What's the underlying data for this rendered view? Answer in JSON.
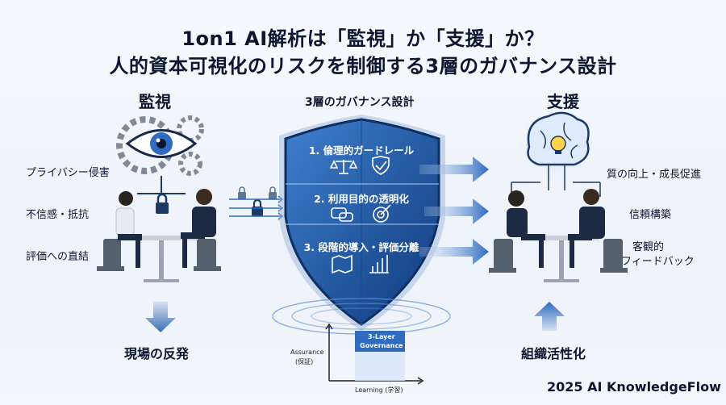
{
  "title": {
    "line1": "1on1 AI解析は「監視」か「支援」か？",
    "line2": "人的資本可視化のリスクを制御する3層のガバナンス設計"
  },
  "left": {
    "heading": "監視",
    "labels": [
      "プライバシー侵害",
      "不信感・抵抗",
      "評価への直結"
    ],
    "result": "現場の反発"
  },
  "center": {
    "heading": "3層のガバナンス設計",
    "tiers": [
      "1. 倫理的ガードレール",
      "2. 利用目的の透明化",
      "3. 段階的導入・評価分離"
    ]
  },
  "right": {
    "heading": "支援",
    "labels": [
      "質の向上・成長促進",
      "信頼構築",
      "客観的",
      "フィードバック"
    ],
    "result": "組織活性化"
  },
  "mini_chart": {
    "ylabel": "Assurance",
    "ylabel_sub": "(保証)",
    "xlabel": "Learning (学習)",
    "box_line1": "3-Layer",
    "box_line2": "Governance"
  },
  "credit": "2025 AI KnowledgeFlow",
  "colors": {
    "navy": "#12305e",
    "blue": "#2f6bbf",
    "light_blue": "#5e93d8",
    "text": "#0b1730"
  }
}
